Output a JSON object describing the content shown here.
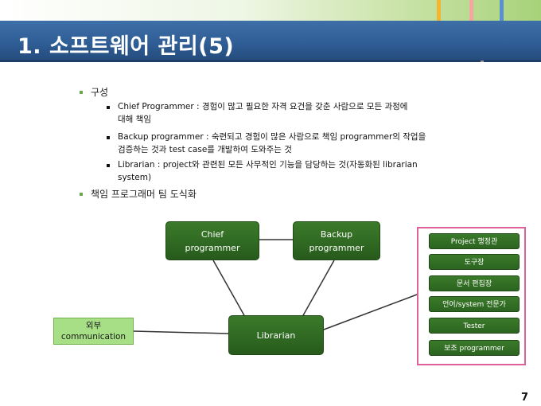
{
  "slide": {
    "title": "1. 소프트웨어 관리(5)",
    "page_number": "7"
  },
  "bullets": [
    {
      "label": "구성",
      "items": [
        {
          "line1": "Chief Programmer : 경험이 많고 필요한 자격 요건을 갖춘 사람으로 모든 과정에",
          "line2": "대해 책임"
        },
        {
          "line1": "Backup programmer : 숙련되고 경험이 많은 사람으로 책임 programmer의 작업을",
          "line2": "검증하는 것과 test case를 개발하여 도와주는 것"
        },
        {
          "line1": "Librarian : project와 관련된 모든 사무적인 기능을 담당하는 것(자동화된 librarian",
          "line2": "system)"
        }
      ]
    },
    {
      "label": "책임 프로그래머 팀 도식화"
    }
  ],
  "diagram": {
    "chief": {
      "line1": "Chief",
      "line2": "programmer"
    },
    "backup": {
      "line1": "Backup",
      "line2": "programmer"
    },
    "librarian": "Librarian",
    "external": {
      "line1": "외부",
      "line2": "communication"
    },
    "roles": [
      "Project 행정관",
      "도구장",
      "문서 편집장",
      "언어/system 전문가",
      "Tester",
      "보조 programmer"
    ]
  },
  "colors": {
    "title_band": "#2f5d95",
    "node_green": "#2f6822",
    "external_green": "#a7df86",
    "panel_border": "#e0609a",
    "bullet_green": "#6aa84f"
  }
}
